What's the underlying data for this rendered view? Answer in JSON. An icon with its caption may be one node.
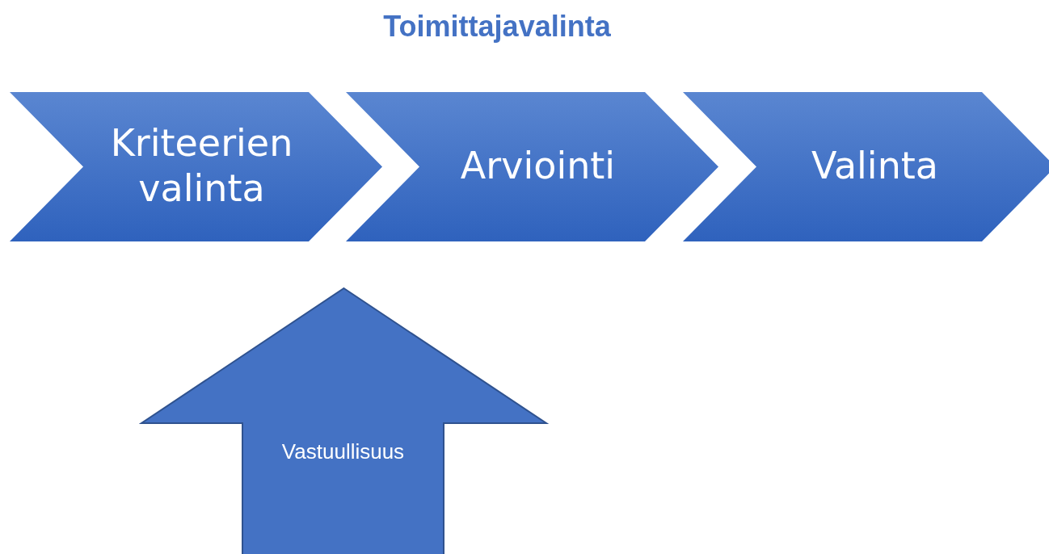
{
  "diagram": {
    "title": "Toimittajavalinta",
    "nodes": [
      {
        "text": [
          "Kriteerien valinta"
        ]
      },
      {
        "text": [
          "Arviointi"
        ]
      },
      {
        "text": [
          "Valinta"
        ]
      },
      {
        "text": [
          "Vastuullisuus"
        ]
      }
    ]
  }
}
